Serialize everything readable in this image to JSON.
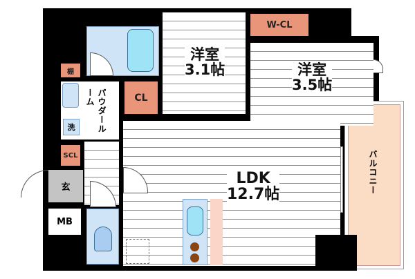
{
  "rooms": {
    "western1": {
      "name": "洋室",
      "size": "3.1帖"
    },
    "western2": {
      "name": "洋室",
      "size": "3.5帖"
    },
    "ldk": {
      "name": "LDK",
      "size": "12.7帖"
    },
    "wcl": "W-CL",
    "cl": "CL",
    "shelf": "棚",
    "powder": "パウダールーム",
    "wash": "洗",
    "scl": "SCL",
    "entrance": "玄",
    "mb": "MB",
    "balcony": "バルコニー"
  },
  "colors": {
    "wall": "#000000",
    "storage": "#e8957a",
    "wet": "#cfe4f7",
    "balcony": "#fbdcc5"
  }
}
